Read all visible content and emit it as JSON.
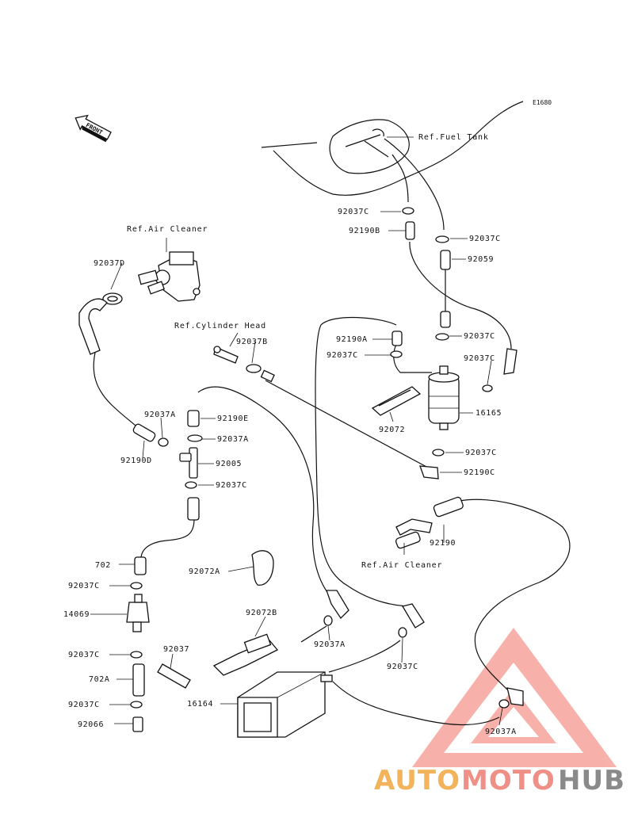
{
  "diagram_code": "E1680",
  "front_label": "FRONT",
  "references": {
    "fuel_tank": "Ref.Fuel Tank",
    "air_cleaner_top": "Ref.Air Cleaner",
    "cylinder_head": "Ref.Cylinder Head",
    "air_cleaner_bottom": "Ref.Air Cleaner"
  },
  "parts": [
    "92037C",
    "92190B",
    "92037C",
    "92059",
    "92037D",
    "92037B",
    "92190A",
    "92037C",
    "92037C",
    "92037C",
    "16165",
    "92072",
    "92037C",
    "92190C",
    "92037A",
    "92190E",
    "92037A",
    "92005",
    "92190D",
    "92037C",
    "92190",
    "702",
    "92037C",
    "14069",
    "92072A",
    "92072B",
    "92037C",
    "92037",
    "702A",
    "92037C",
    "16164",
    "92066",
    "92037A",
    "92037C",
    "92037A"
  ],
  "watermark": {
    "part1": "AUTO",
    "part2": "MOTO",
    "part3": "HUB",
    "colors": {
      "auto": "#f3b35a",
      "moto": "#ef8f86",
      "hub": "#8a8a8a",
      "triangle": "#f08a80"
    }
  }
}
